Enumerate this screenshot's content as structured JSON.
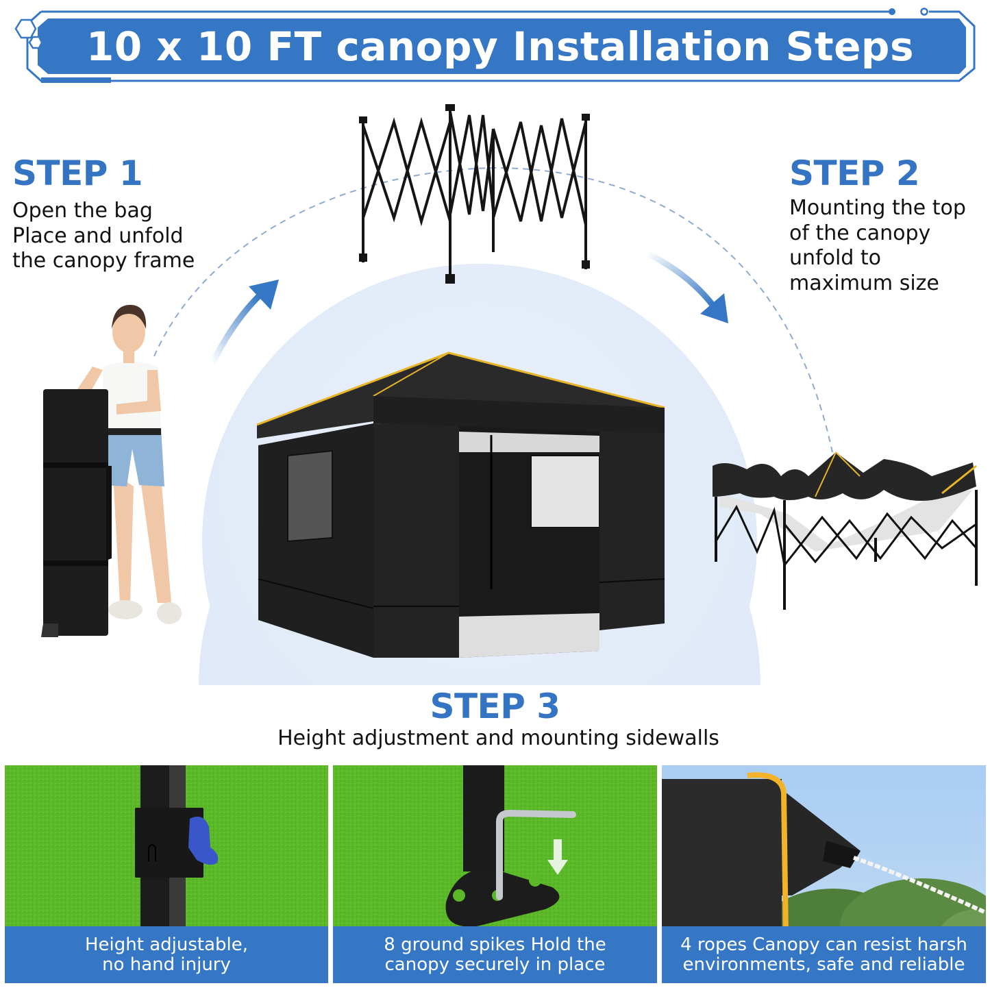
{
  "header": {
    "title": "10 x 10 FT canopy Installation Steps"
  },
  "steps": [
    {
      "heading": "STEP 1",
      "lines": [
        "Open the bag",
        "Place and unfold",
        "the canopy frame"
      ]
    },
    {
      "heading": "STEP 2",
      "lines": [
        "Mounting the top",
        "of the canopy",
        "unfold to",
        "maximum size"
      ]
    },
    {
      "heading": "STEP 3",
      "subtitle": "Height adjustment and mounting sidewalls"
    }
  ],
  "panels": [
    {
      "lines": [
        "Height adjustable,",
        "no hand injury"
      ]
    },
    {
      "lines": [
        "8 ground spikes Hold the",
        "canopy securely in place"
      ]
    },
    {
      "lines": [
        "4 ropes Canopy can resist harsh",
        "environments, safe and reliable"
      ]
    }
  ],
  "images": {
    "step1": "woman-with-carry-bag",
    "frame": "folded-canopy-frame",
    "center": "assembled-canopy-with-sidewalls",
    "step2": "partially-unfolded-canopy-top",
    "panel1": "height-adjust-button",
    "panel2": "ground-spike-foot-plate",
    "panel3": "canopy-corner-rope"
  },
  "colors": {
    "accent": "#3577c4",
    "text": "#111111",
    "canopy": "#222222",
    "trim": "#e8b528",
    "grass": "#5cbb2a"
  }
}
